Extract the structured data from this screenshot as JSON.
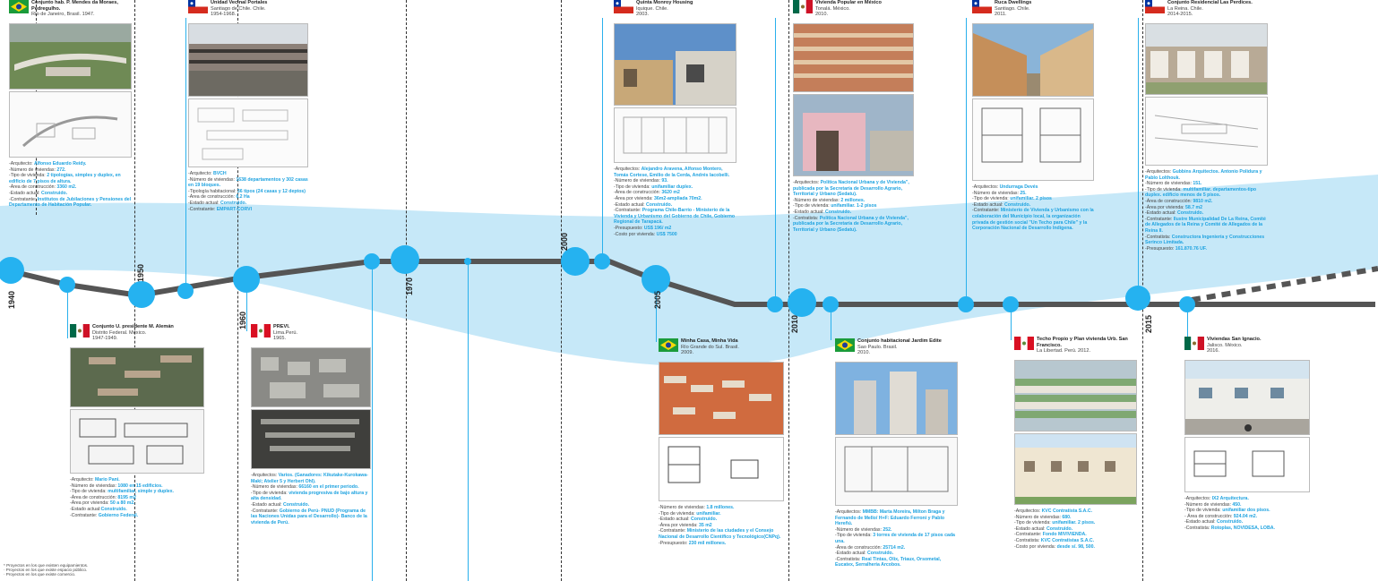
{
  "colors": {
    "band": "#c6e8f8",
    "line": "#555555",
    "node": "#25b2f0",
    "accent": "#1fa3e0"
  },
  "years": [
    "1940",
    "1950",
    "1960",
    "1970",
    "2000",
    "2005",
    "2010",
    "2015"
  ],
  "notes": [
    "* Proyectos en los que existen equipamientos.",
    "· Proyectos en los que existe espacio público.",
    "· Proyectos en los que existe comercio."
  ],
  "cards": [
    {
      "flag": "brazil-flag",
      "title": "Conjunto hab. P. Mendes da Moraes, Pedregulho.",
      "sub": "Río de Janeiro, Brasil.    1947.",
      "info": [
        [
          "-Arquitecto: ",
          "Alfonso Eduardo Reidy."
        ],
        [
          "-Número de viviendas: ",
          "272."
        ],
        [
          "-Tipo de vivienda: ",
          "2 tipologías, simples y duplex, en edificio de 7 pisos de altura."
        ],
        [
          "-Área de construcción: ",
          "3360 m2."
        ],
        [
          "-Estado actual: ",
          "Construido."
        ],
        [
          "-Contratante: ",
          "Institutos de Jubilaciones y Pensiones del Departamento de Habitación Popular."
        ]
      ]
    },
    {
      "flag": "chile-flag",
      "title": "Unidad Vecinal Portales",
      "sub": "Santiago de Chile. Chile.\n1954-1968.",
      "info": [
        [
          "-Arquitecto: ",
          "BVCH"
        ],
        [
          "-Número de viviendas: ",
          "1638 departamentos y 302 casas en 19 bloques."
        ],
        [
          "-Tipología habitacional: ",
          "36 tipos (24 casas y 12 deptos)"
        ],
        [
          "-Área de construcción: ",
          "6.2 Ha"
        ],
        [
          "-Estado actual: ",
          "Construido."
        ],
        [
          "-Contratante: ",
          "EMPART-CORVI"
        ]
      ]
    },
    {
      "flag": "mexico-flag",
      "title": "Conjunto U. presidente M. Alemán",
      "sub": "Distrito Federal. México.\n1947-1949.",
      "info": [
        [
          "-Arquitecto: ",
          "Mario Pani."
        ],
        [
          "-Número de viviendas: ",
          "1080 en 15 edificios."
        ],
        [
          "-Tipo de vivienda: ",
          "multifamiliar, simple y duplex."
        ],
        [
          "-Área de construcción: ",
          "8195 m2"
        ],
        [
          "-Área por vivienda: ",
          "50 a 80 m2."
        ],
        [
          "-Estado actual:",
          "Construido."
        ],
        [
          "-Contratante: ",
          "Gobierno Federal."
        ]
      ]
    },
    {
      "flag": "peru-flag",
      "title": "PREVI.",
      "sub": "Lima.Perú.\n1965.",
      "info": [
        [
          "-Arquitectos: ",
          "Varios. (Ganadores: Kikutake-Kurokawa-Maki; Atelier 5 y Herbert Ohl)."
        ],
        [
          "-Número de viviendas: ",
          "66160 en el primer periodo."
        ],
        [
          "-Tipo de vivienda: ",
          "vivienda progresiva de bajo altura y alta densidad."
        ],
        [
          "-Estado actual: ",
          "Construido."
        ],
        [
          "-Contratante: ",
          "Gobierno de Perú- PNUD (Programa de las Naciones Unidas para el Desarrollo)- Banco de la vivienda de Perú."
        ]
      ]
    },
    {
      "flag": "chile-flag",
      "title": "Quinta Monroy Housing",
      "sub": "Iquique. Chile.\n2003.",
      "info": [
        [
          "-Arquitectos: ",
          "Alejandro Aravena, Alfonso Montero, Tomás Cortese, Emilio de la Cerda, Andrés Iacobelli."
        ],
        [
          "-Número de viviendas: ",
          "93."
        ],
        [
          "-Tipo de vivienda: ",
          "unifamiliar duplex."
        ],
        [
          "-Área de construcción: ",
          "3620 m2"
        ],
        [
          "-Área por vivienda: ",
          "36m2-ampliada 70m2."
        ],
        [
          "-Estado actual: ",
          "Construido."
        ],
        [
          "-Contratante: ",
          "Programa Chile-Barrio - Ministerio de la Vivienda y Urbanismo del Gobierno de Chile, Gobierno Regional de Tarapacá."
        ],
        [
          "-Presupuesto: ",
          "US$ 196/ m2"
        ],
        [
          "-Costo por vivienda: ",
          "US$ 7500"
        ]
      ]
    },
    {
      "flag": "brazil-flag",
      "title": "Minha Casa, Minha Vida",
      "sub": "Río Grande do Sul. Brasil.\n2009.",
      "info": [
        [
          "-Número de viviendas: ",
          "1.8 millones."
        ],
        [
          "-Tipo de vivienda: ",
          "unifamiliar."
        ],
        [
          "-Estado actual: ",
          "Construido."
        ],
        [
          "-Área por vivienda: ",
          "35 m2"
        ],
        [
          "-Contratante: ",
          "Ministerio de las ciudades y el Consejo Nacional de Desarrollo Científico y Tecnológico(CNPq)."
        ],
        [
          "-Presupuesto: ",
          "230 mil millones."
        ]
      ]
    },
    {
      "flag": "mexico-flag",
      "title": "Vivienda Popular en México",
      "sub": "Tonalá. México.\n2010.",
      "info": [
        [
          "-Arquitectos: ",
          "Política Nacional Urbana y de Vivienda\", publicada por la Secretaría de Desarrollo Agrario, Territorial y Urbano (Sedatu)."
        ],
        [
          "-Número de viviendas: ",
          "2 millones."
        ],
        [
          "-Tipo de vivienda: ",
          "unifamiliar. 1-2 pisos"
        ],
        [
          "-Estado actual: ",
          "Construido."
        ],
        [
          "-Contratista: ",
          "Política Nacional Urbana y de Vivienda\", publicada por la Secretaría de Desarrollo Agrario, Territorial y Urbano (Sedatu)."
        ]
      ]
    },
    {
      "flag": "brazil-flag",
      "title": "Conjunto habitacional Jardim Edite",
      "sub": "Sao Paulo. Brasil.\n2010.",
      "info": [
        [
          "-Arquitectos: ",
          "MMBB: Marta Moreira, Milton Braga y Fernando de Mello/ H+F: Eduardo Ferroni y Pablo Hereñú."
        ],
        [
          "-Número de viviendas: ",
          "252."
        ],
        [
          "-Tipo de vivienda: ",
          "3 torres de vivienda de 17 pisos cada una."
        ],
        [
          "-Área de construcción: ",
          "25714 m2."
        ],
        [
          "-Estado actual: ",
          "Construido."
        ],
        [
          "-Contratista: ",
          "Real Tintas, Olix, Triaux, Orsometal, Eucatex, Serralheria Arcobos."
        ]
      ]
    },
    {
      "flag": "chile-flag",
      "title": "Ruca Dwellings",
      "sub": "Santiago. Chile.\n2011.",
      "info": [
        [
          "-Arquitectos: ",
          "Undurraga Devés"
        ],
        [
          "-Número de viviendas: ",
          "25."
        ],
        [
          "-Tipo de vivienda: ",
          "unifamiliar. 2 pisos"
        ],
        [
          "-Estado actual: ",
          "Construido."
        ],
        [
          "-Contratante: ",
          "Ministerio de Vivienda y Urbanismo con la colaboración del Municipio local, la organización privada de gestión social \"Un Techo para Chile\" y la Corporación Nacional de Desarrollo Indígena."
        ]
      ]
    },
    {
      "flag": "peru-flag",
      "title": "Techo Propio y Plan vivienda Urb. San Francisco.",
      "sub": "La Libertad. Perú.        2012.",
      "info": [
        [
          "-Arquitectos: ",
          "KVC Contratista S.A.C."
        ],
        [
          "-Número de viviendas: ",
          "680."
        ],
        [
          "-Tipo de vivienda: ",
          "unifamiliar. 2 pisos."
        ],
        [
          "-Estado actual: ",
          "Construido."
        ],
        [
          "-Contratante: ",
          "Fondo MIVIVIENDA."
        ],
        [
          "-Contratista: ",
          "KVC Contratistas S.A.C."
        ],
        [
          "-Costo por vivienda: ",
          "desde s/. 98, 500."
        ]
      ]
    },
    {
      "flag": "chile-flag",
      "title": "Conjunto Residencial Las Perdices.",
      "sub": "La Reina. Chile.\n2014-2015.",
      "info": [
        [
          "-Arquitectos: ",
          "Gubbins Arquitectos. Antonio Polidura y Pablo Lolthouk."
        ],
        [
          "-Número de viviendas: ",
          "151."
        ],
        [
          "-Tipo de vivienda: ",
          "multifamiliar. departamentos-tipo duplex. edificio menos de 5 pisos."
        ],
        [
          "-Área de construcción: ",
          "9810 m2."
        ],
        [
          "-Área por vivienda: ",
          "58.7 m2"
        ],
        [
          "-Estado actual: ",
          "Construido."
        ],
        [
          "-Contratante: ",
          "Ilustre Municipalidad De La Reina, Comité de Allegados de la Reina y Comité de Allegados de la Reina II."
        ],
        [
          "-Contratista: ",
          "Constructora Ingeniería y Construcciones Serinco Limitada."
        ],
        [
          "-Presupuesto: ",
          "161.870.76 UF."
        ]
      ]
    },
    {
      "flag": "mexico-flag",
      "title": "Viviendas San Ignacio.",
      "sub": "Jalisco. México.\n2016.",
      "info": [
        [
          "-Arquitectos: ",
          "IX2 Arquitectura."
        ],
        [
          "-Número de viviendas: ",
          "450."
        ],
        [
          "-Tipo de vivienda: ",
          "unifamiliar dos pisos."
        ],
        [
          "- Área de construcción: ",
          "924.04 m2."
        ],
        [
          "-Estado actual: ",
          "Construido."
        ],
        [
          "-Contratista: ",
          "Rotoplas, NOVIDESA, LOBA."
        ]
      ]
    }
  ]
}
